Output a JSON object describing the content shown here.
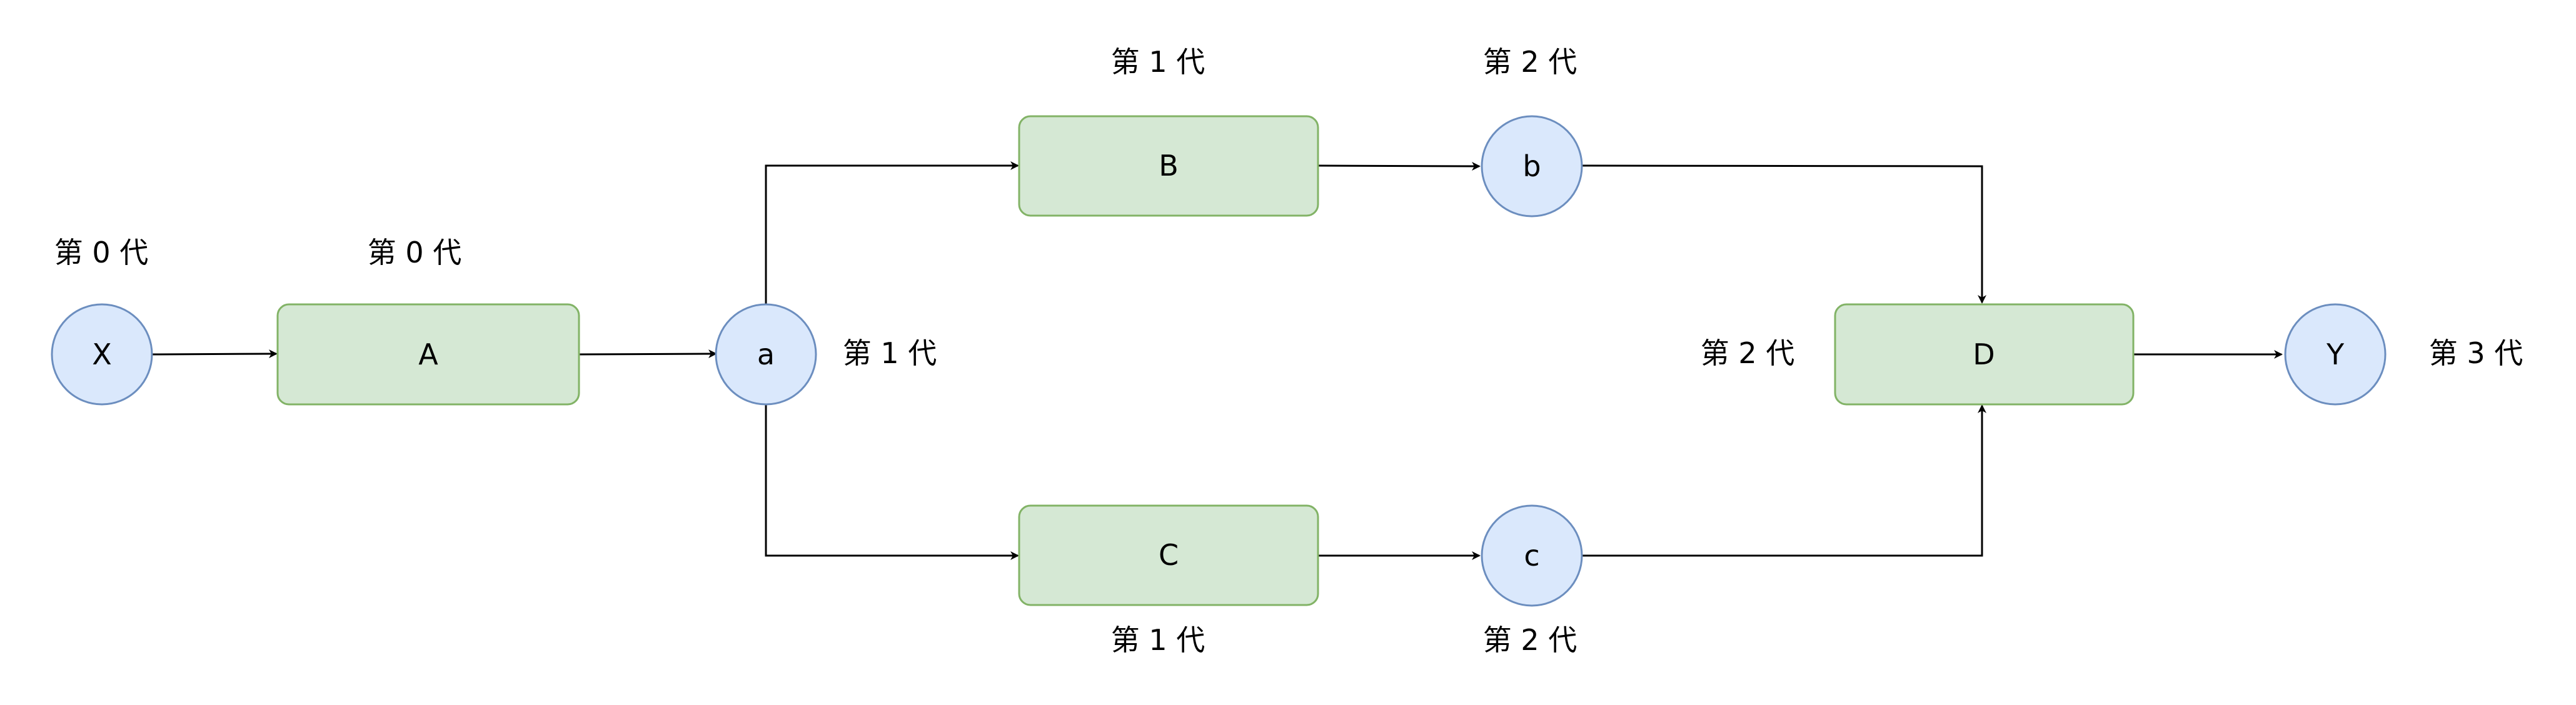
{
  "diagram": {
    "colors": {
      "circle_fill": "#dae8fc",
      "circle_stroke": "#6c8ebf",
      "box_fill": "#d5e8d4",
      "box_stroke": "#82b366",
      "edge": "#000000"
    },
    "nodes": {
      "X": {
        "label": "X",
        "shape": "circle"
      },
      "A": {
        "label": "A",
        "shape": "rounded-rect"
      },
      "a": {
        "label": "a",
        "shape": "circle"
      },
      "B": {
        "label": "B",
        "shape": "rounded-rect"
      },
      "b": {
        "label": "b",
        "shape": "circle"
      },
      "C": {
        "label": "C",
        "shape": "rounded-rect"
      },
      "c": {
        "label": "c",
        "shape": "circle"
      },
      "D": {
        "label": "D",
        "shape": "rounded-rect"
      },
      "Y": {
        "label": "Y",
        "shape": "circle"
      }
    },
    "generation_labels": {
      "X": "第 0 代",
      "A": "第 0 代",
      "a": "第 1 代",
      "B": "第 1 代",
      "b": "第 2 代",
      "C": "第 1 代",
      "c": "第 2 代",
      "D": "第 2 代",
      "Y": "第 3 代"
    },
    "edges": [
      {
        "from": "X",
        "to": "A"
      },
      {
        "from": "A",
        "to": "a"
      },
      {
        "from": "a",
        "to": "B"
      },
      {
        "from": "a",
        "to": "C"
      },
      {
        "from": "B",
        "to": "b"
      },
      {
        "from": "C",
        "to": "c"
      },
      {
        "from": "b",
        "to": "D"
      },
      {
        "from": "c",
        "to": "D"
      },
      {
        "from": "D",
        "to": "Y"
      }
    ]
  }
}
